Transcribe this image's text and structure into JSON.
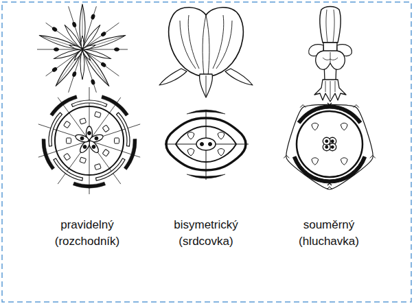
{
  "diagram": {
    "labels": [
      "pravidelný",
      "(rozchodník)",
      "bisymetrický",
      "(srdcovka)",
      "souměrný",
      "(hluchavka)"
    ]
  }
}
